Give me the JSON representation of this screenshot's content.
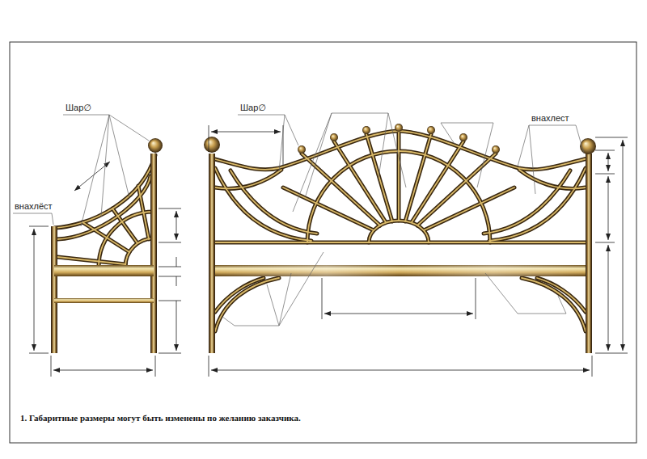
{
  "diagram": {
    "labels": [
      "Шар∅",
      "Шар∅",
      "внахлест",
      "внахлёст",
      "1. Габаритные размеры могут быть изменены по желанию заказчика."
    ]
  }
}
